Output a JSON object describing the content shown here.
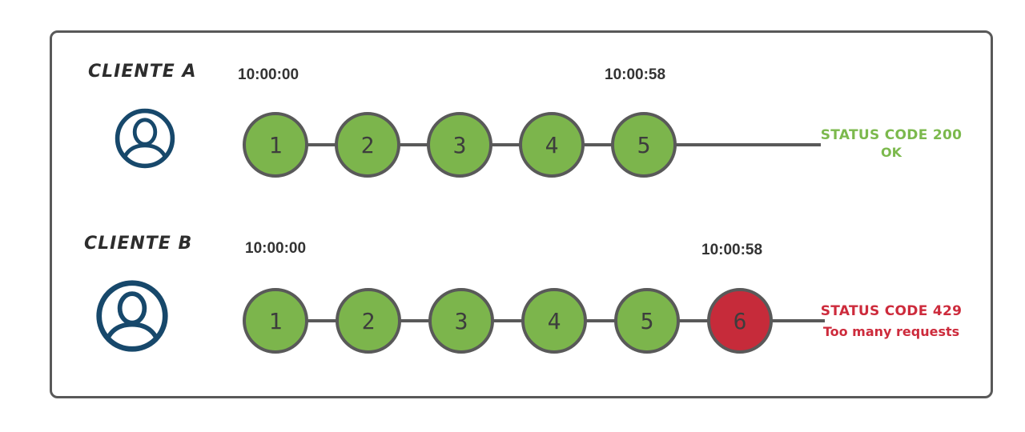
{
  "diagram": {
    "rows": [
      {
        "client": "CLIENTE A",
        "start_time": "10:00:00",
        "end_time": "10:00:58",
        "requests": [
          {
            "label": "1",
            "state": "ok"
          },
          {
            "label": "2",
            "state": "ok"
          },
          {
            "label": "3",
            "state": "ok"
          },
          {
            "label": "4",
            "state": "ok"
          },
          {
            "label": "5",
            "state": "ok"
          }
        ],
        "status_line1": "STATUS CODE 200",
        "status_line2": "OK",
        "status_color": "#7cb94d"
      },
      {
        "client": "CLIENTE B",
        "start_time": "10:00:00",
        "end_time": "10:00:58",
        "requests": [
          {
            "label": "1",
            "state": "ok"
          },
          {
            "label": "2",
            "state": "ok"
          },
          {
            "label": "3",
            "state": "ok"
          },
          {
            "label": "4",
            "state": "ok"
          },
          {
            "label": "5",
            "state": "ok"
          },
          {
            "label": "6",
            "state": "limited"
          }
        ],
        "status_line1": "STATUS CODE 429",
        "status_line2": "Too many requests",
        "status_color": "#cd2b3c"
      }
    ],
    "colors": {
      "request_ok": "#7cb54c",
      "request_limited": "#c62b3a",
      "circle_border": "#595959",
      "timeline": "#595959",
      "avatar": "#17486b",
      "client_label": "#2d2d2d",
      "timestamp": "#333333"
    },
    "icons": {
      "client": "user-avatar-icon"
    }
  }
}
